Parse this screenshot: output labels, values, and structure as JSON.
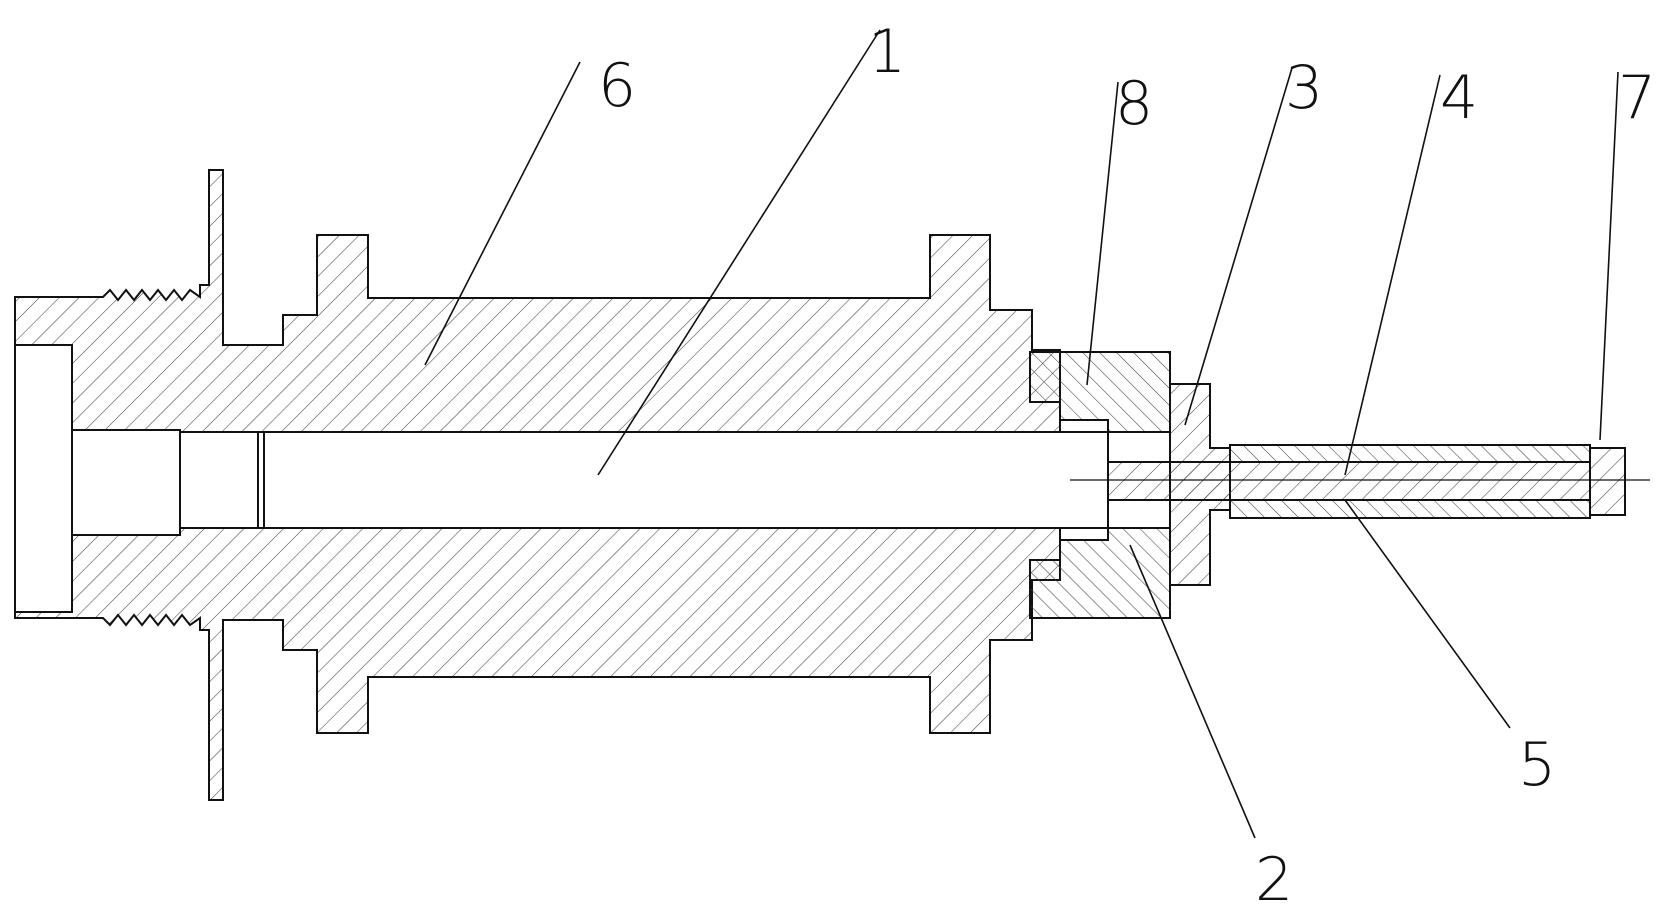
{
  "diagram": {
    "labels": [
      {
        "id": "1",
        "text": "1"
      },
      {
        "id": "2",
        "text": "2"
      },
      {
        "id": "3",
        "text": "3"
      },
      {
        "id": "4",
        "text": "4"
      },
      {
        "id": "5",
        "text": "5"
      },
      {
        "id": "6",
        "text": "6"
      },
      {
        "id": "7",
        "text": "7"
      },
      {
        "id": "8",
        "text": "8"
      }
    ],
    "colors": {
      "line": "#111111",
      "hatch": "#444444",
      "background": "#ffffff"
    }
  }
}
